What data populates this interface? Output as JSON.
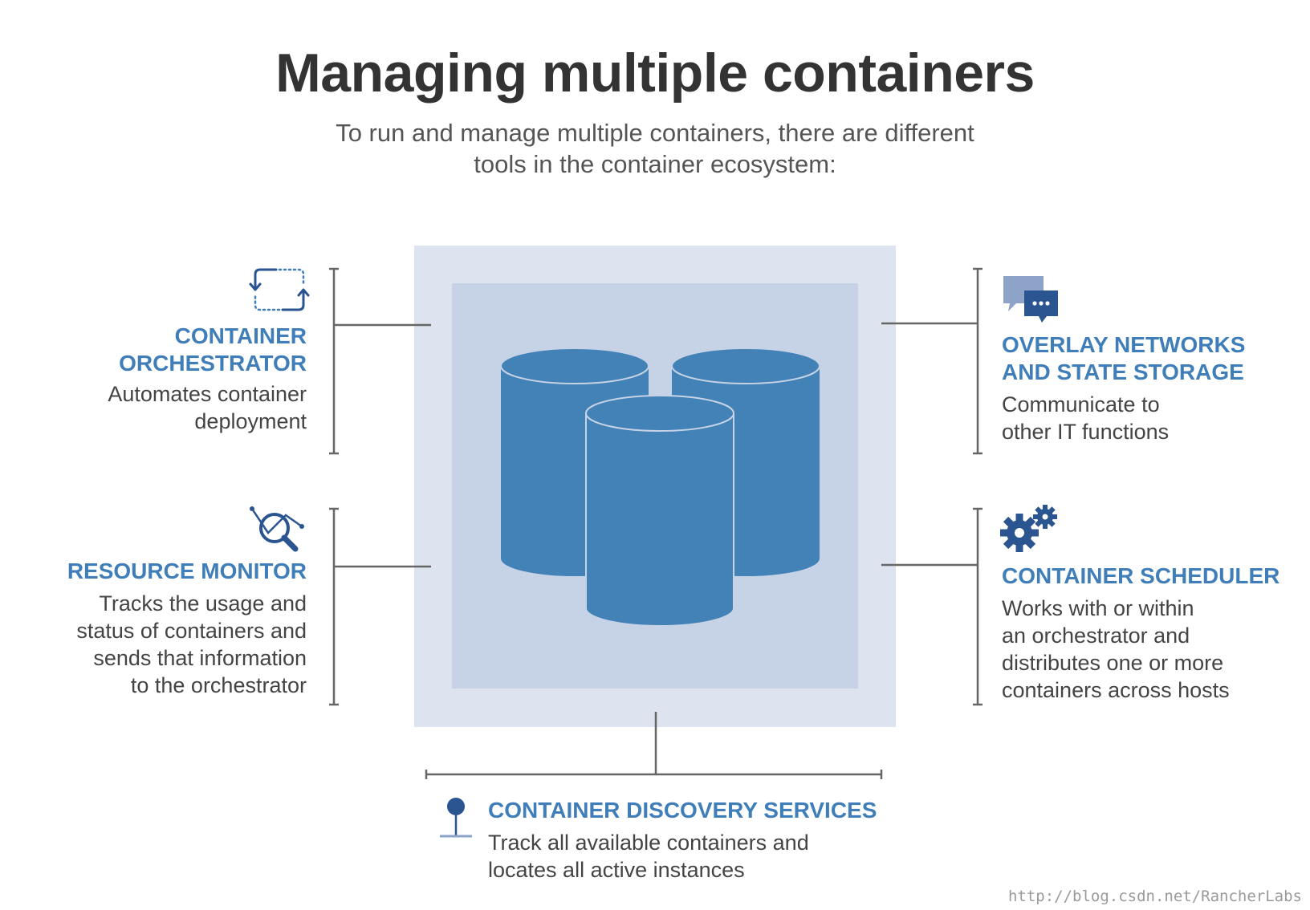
{
  "title": "Managing multiple containers",
  "subtitle": {
    "line1": "To run and manage multiple containers, there are different",
    "line2": "tools in the container ecosystem:"
  },
  "orchestrator": {
    "icon": "refresh-cycle-icon",
    "heading_line1": "CONTAINER",
    "heading_line2": "ORCHESTRATOR",
    "desc_line1": "Automates container",
    "desc_line2": "deployment"
  },
  "monitor": {
    "icon": "magnifier-chart-icon",
    "heading": "RESOURCE MONITOR",
    "desc_line1": "Tracks the usage and",
    "desc_line2": "status of containers and",
    "desc_line3": "sends that information",
    "desc_line4": "to the orchestrator"
  },
  "overlay": {
    "icon": "chat-bubbles-icon",
    "heading_line1": "OVERLAY NETWORKS",
    "heading_line2": "AND STATE STORAGE",
    "desc_line1": "Communicate to",
    "desc_line2": "other IT functions"
  },
  "scheduler": {
    "icon": "gears-icon",
    "heading": "CONTAINER SCHEDULER",
    "desc_line1": "Works with or within",
    "desc_line2": "an orchestrator and",
    "desc_line3": "distributes one or more",
    "desc_line4": "containers across hosts"
  },
  "discovery": {
    "icon": "map-pin-icon",
    "heading": "CONTAINER DISCOVERY SERVICES",
    "desc_line1": "Track all available containers and",
    "desc_line2": "locates all active instances"
  },
  "colors": {
    "heading_blue": "#3f7eb8",
    "cylinder_blue": "#4382b6",
    "outer_box": "#dde3ef",
    "inner_box": "#c6d3e7",
    "icon_navy": "#2a5591",
    "connector_gray": "#666666"
  },
  "watermark": "http://blog.csdn.net/RancherLabs"
}
